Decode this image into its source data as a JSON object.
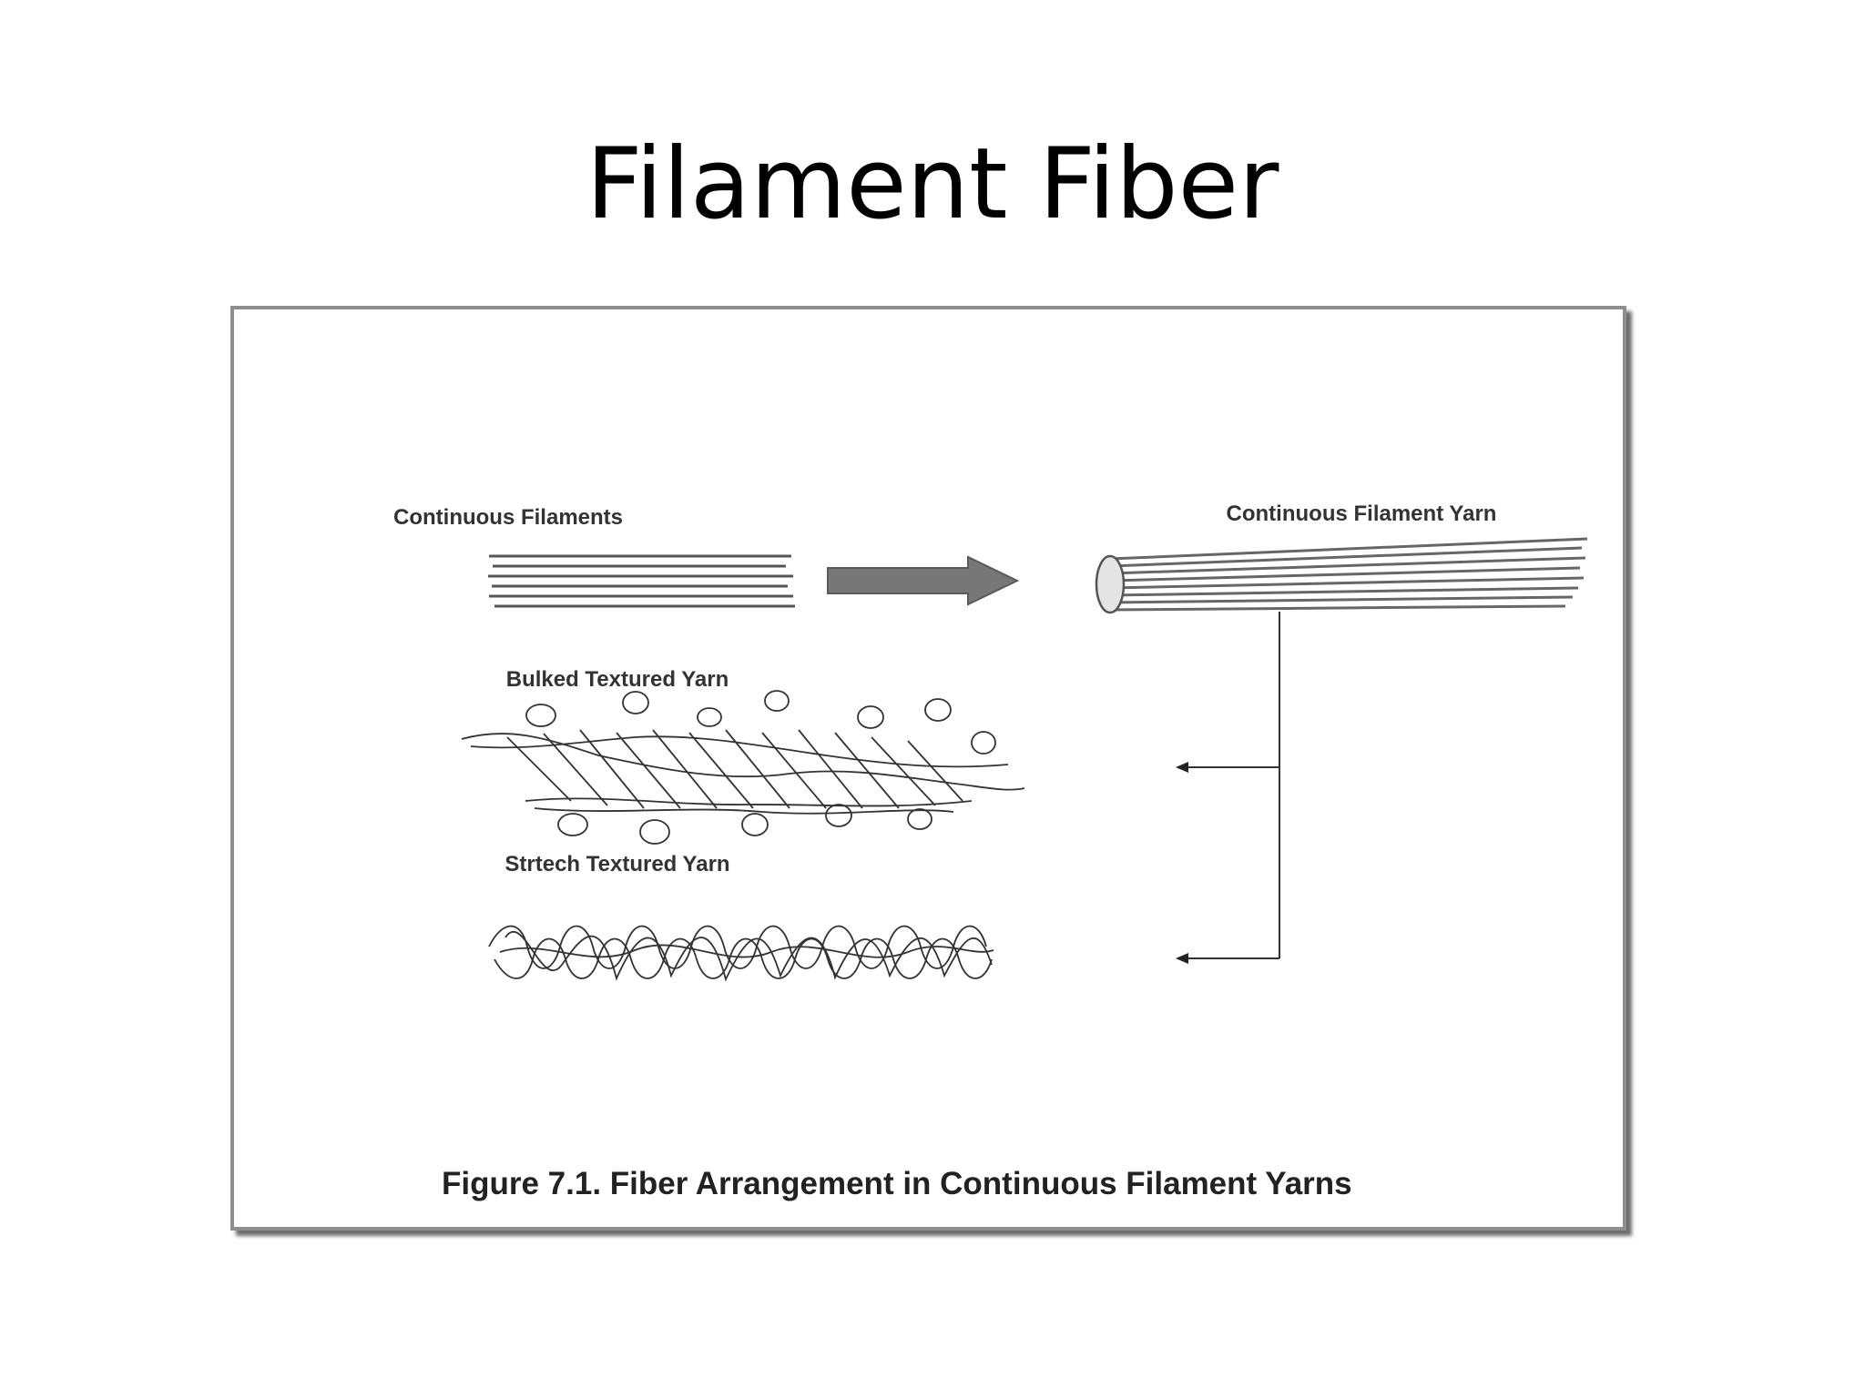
{
  "slide": {
    "title": "Filament Fiber"
  },
  "figure": {
    "labels": {
      "continuous_filaments": "Continuous Filaments",
      "continuous_filament_yarn": "Continuous Filament Yarn",
      "bulked_textured_yarn": "Bulked Textured Yarn",
      "stretch_textured_yarn": "Strtech Textured Yarn"
    },
    "caption": "Figure 7.1. Fiber Arrangement in Continuous Filament Yarns"
  },
  "colors": {
    "background": "#ffffff",
    "frame_border": "#8e8e8e",
    "arrow_fill": "#777777",
    "filament": "#555555",
    "yarn_line": "#333333"
  }
}
